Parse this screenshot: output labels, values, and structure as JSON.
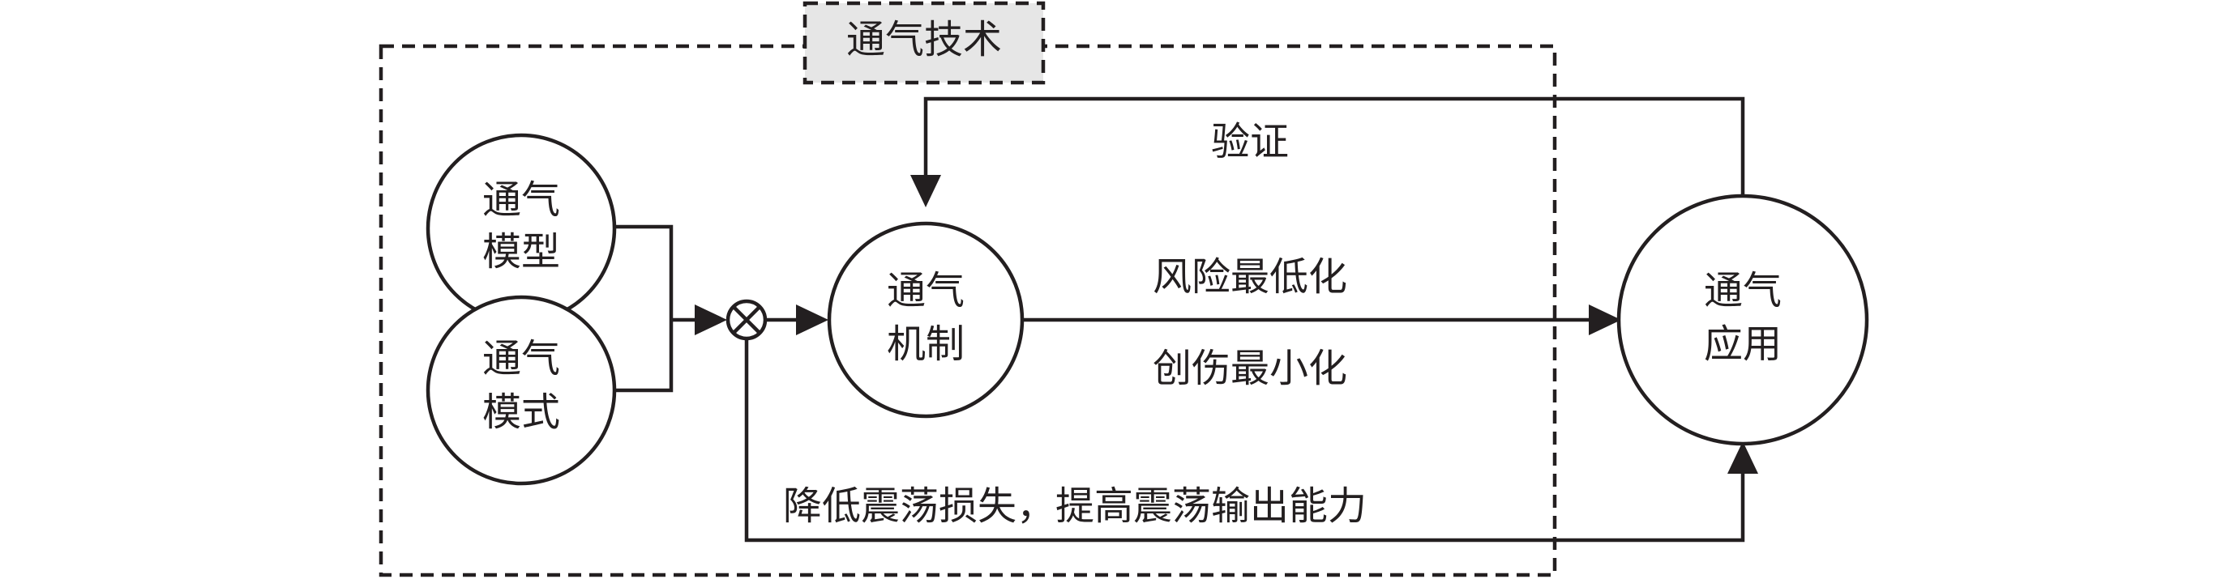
{
  "colors": {
    "stroke": "#231f20",
    "title_box_fill": "#e6e6e6",
    "background": "#ffffff"
  },
  "boundary": {
    "title": "通气技术"
  },
  "nodes": {
    "model": {
      "line1": "通气",
      "line2": "模型"
    },
    "mode": {
      "line1": "通气",
      "line2": "模式"
    },
    "mechanism": {
      "line1": "通气",
      "line2": "机制"
    },
    "application": {
      "line1": "通气",
      "line2": "应用"
    }
  },
  "junction": {
    "symbol": "combine-x-icon"
  },
  "flows": {
    "feedback": "验证",
    "goal_risk": "风险最低化",
    "goal_injury": "创伤最小化",
    "bottom": "降低震荡损失，提高震荡输出能力"
  }
}
